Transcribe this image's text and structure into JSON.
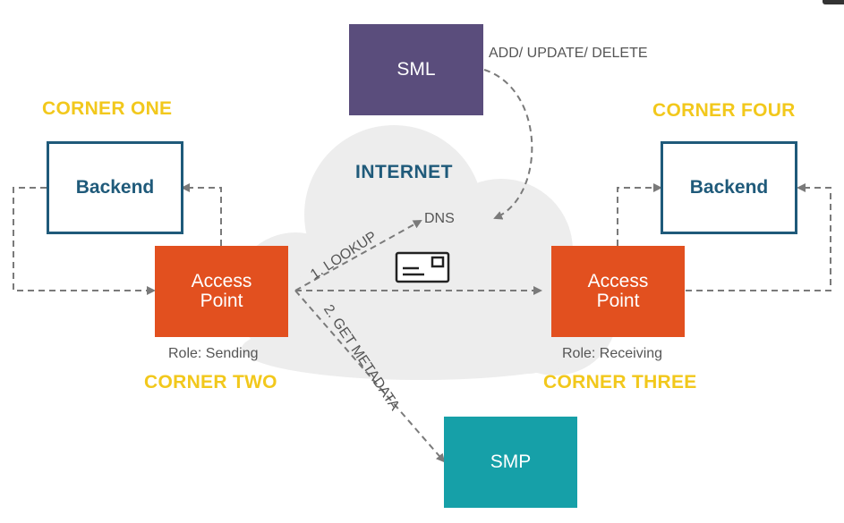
{
  "corners": {
    "one": "CORNER ONE",
    "two": "CORNER TWO",
    "three": "CORNER THREE",
    "four": "CORNER FOUR"
  },
  "nodes": {
    "backend_left": "Backend",
    "backend_right": "Backend",
    "ap_left_line1": "Access",
    "ap_left_line2": "Point",
    "ap_right_line1": "Access",
    "ap_right_line2": "Point",
    "sml": "SML",
    "smp": "SMP",
    "dns": "DNS",
    "internet": "INTERNET"
  },
  "roles": {
    "sending": "Role: Sending",
    "receiving": "Role: Receiving"
  },
  "edges": {
    "sml_to_dns": "ADD/ UPDATE/ DELETE",
    "lookup": "1. LOOKUP",
    "get_metadata": "2. GET METADATA"
  },
  "colors": {
    "corner_label": "#f2c81c",
    "backend_border": "#1f5a7a",
    "access_point": "#e2501f",
    "sml": "#5a4d7c",
    "smp": "#16a0a8",
    "cloud": "#ededed",
    "arrow": "#7a7a7a"
  },
  "icons": {
    "message": "envelope-card-icon"
  }
}
